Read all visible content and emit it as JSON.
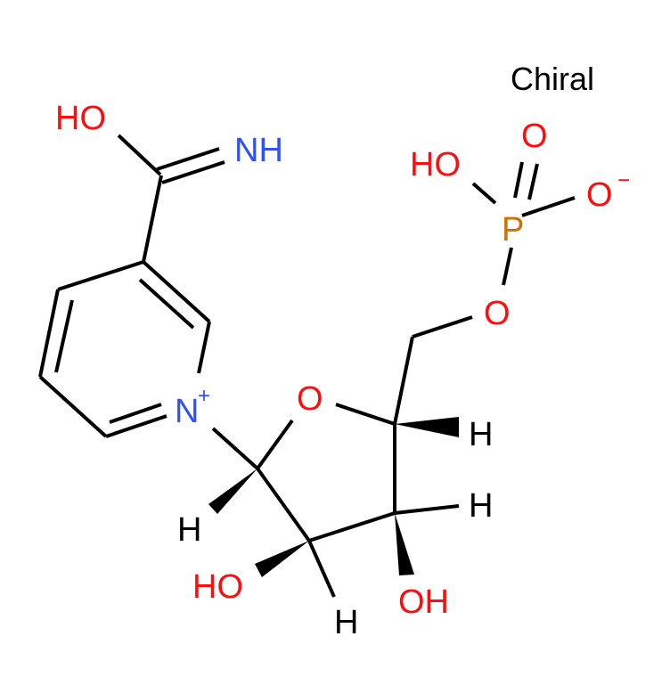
{
  "molecule": {
    "chiral_label": "Chiral",
    "colors": {
      "carbon_bond": "#000000",
      "oxygen": "#ff0d0d",
      "nitrogen": "#3050f8",
      "phosphorus": "#d07000",
      "hydrogen": "#000000"
    },
    "atoms": {
      "amide_oh": "HO",
      "imine_nh": "NH",
      "pyridinium_n": "N",
      "pyridinium_charge": "+",
      "ring_o": "O",
      "h_c1": "H",
      "h_c4": "H",
      "h_c3": "H",
      "h_c2": "H",
      "oh_c2": "HO",
      "oh_c3": "OH",
      "ester_o": "O",
      "phosphorus": "P",
      "p_double_o": "O",
      "p_oh": "HO",
      "p_o_minus": "O",
      "p_o_charge": "−"
    }
  }
}
